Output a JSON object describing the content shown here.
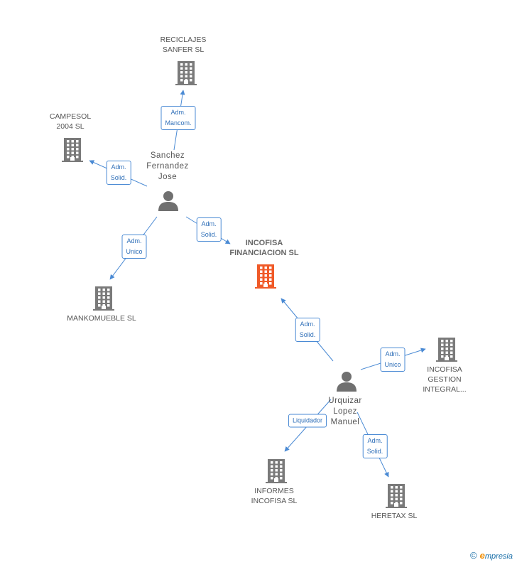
{
  "nodes": {
    "reciclajes": {
      "lines": [
        "RECICLAJES",
        "SANFER SL"
      ],
      "icon": "building-icon"
    },
    "campesol": {
      "lines": [
        "CAMPESOL",
        "2004 SL"
      ],
      "icon": "building-icon"
    },
    "sanchez": {
      "lines": [
        "Sanchez",
        "Fernandez",
        "Jose"
      ],
      "icon": "person-icon"
    },
    "incofisa_fin": {
      "lines": [
        "INCOFISA",
        "FINANCIACION SL"
      ],
      "icon": "building-icon"
    },
    "mankomueble": {
      "lines": [
        "MANKOMUEBLE SL"
      ],
      "icon": "building-icon"
    },
    "urquizar": {
      "lines": [
        "Urquizar",
        "Lopez",
        "Manuel"
      ],
      "icon": "person-icon"
    },
    "incofisa_gest": {
      "lines": [
        "INCOFISA",
        "GESTION",
        "INTEGRAL..."
      ],
      "icon": "building-icon"
    },
    "informes": {
      "lines": [
        "INFORMES",
        "INCOFISA SL"
      ],
      "icon": "building-icon"
    },
    "heretax": {
      "lines": [
        "HERETAX SL"
      ],
      "icon": "building-icon"
    }
  },
  "edges": [
    {
      "from": "sanchez",
      "to": "reciclajes",
      "label": [
        "Adm.",
        "Mancom."
      ]
    },
    {
      "from": "sanchez",
      "to": "campesol",
      "label": [
        "Adm.",
        "Solid."
      ]
    },
    {
      "from": "sanchez",
      "to": "incofisa_fin",
      "label": [
        "Adm.",
        "Solid."
      ]
    },
    {
      "from": "sanchez",
      "to": "mankomueble",
      "label": [
        "Adm.",
        "Unico"
      ]
    },
    {
      "from": "urquizar",
      "to": "incofisa_fin",
      "label": [
        "Adm.",
        "Solid."
      ]
    },
    {
      "from": "urquizar",
      "to": "incofisa_gest",
      "label": [
        "Adm.",
        "Unico"
      ]
    },
    {
      "from": "urquizar",
      "to": "informes",
      "label": [
        "Liquidador"
      ]
    },
    {
      "from": "urquizar",
      "to": "heretax",
      "label": [
        "Adm.",
        "Solid."
      ]
    }
  ],
  "colors": {
    "building": "#7a7a7a",
    "building_main": "#f05a28",
    "person": "#707070",
    "edge": "#4a8ad4"
  },
  "footer": {
    "copyright": "©",
    "brand_initial": "e",
    "brand_rest": "mpresia"
  }
}
